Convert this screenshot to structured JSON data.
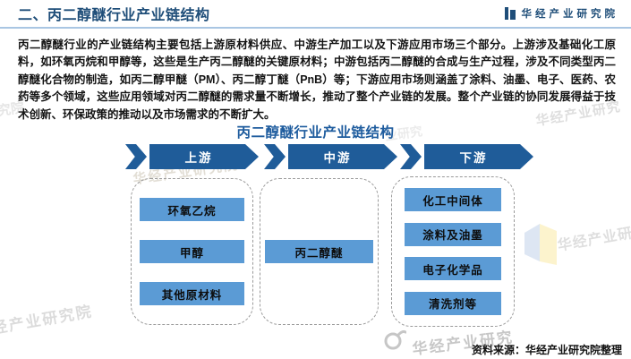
{
  "header": {
    "title": "二、丙二醇醚行业产业链结构",
    "logo_text": "华经产业研究院"
  },
  "intro": {
    "text": "丙二醇醚行业的产业链结构主要包括上游原材料供应、中游生产加工以及下游应用市场三个部分。上游涉及基础化工原料，如环氧丙烷和甲醇等，这些是生产丙二醇醚的关键原材料；中游包括丙二醇醚的合成与生产过程，涉及不同类型丙二醇醚化合物的制造，如丙二醇甲醚（PM）、丙二醇丁醚（PnB）等；下游应用市场则涵盖了涂料、油墨、电子、医药、农药等多个领域，这些应用领域对丙二醇醚的需求量不断增长，推动了整个产业链的发展。整个产业链的协同发展得益于技术创新、环保政策的推动以及市场需求的不断扩大。"
  },
  "diagram": {
    "title": "丙二醇醚行业产业链结构",
    "stages": [
      {
        "label": "上游",
        "items": [
          "环氧乙烷",
          "甲醇",
          "其他原材料"
        ]
      },
      {
        "label": "中游",
        "items": [
          "丙二醇醚"
        ]
      },
      {
        "label": "下游",
        "items": [
          "化工中间体",
          "涂料及油墨",
          "电子化学品",
          "清洗剂等"
        ]
      }
    ]
  },
  "footer": {
    "source": "资料来源：华经产业研究院整理"
  },
  "watermarks": {
    "full": "华经产业研究院",
    "partial_left": "经产业研究院",
    "partial_right": "华经产业研究",
    "partial_title": "业研究",
    "partial_edge": "研究院"
  },
  "colors": {
    "header_blue": "#1f4e79",
    "diagram_title_blue": "#1e5c9e",
    "arrow_blue": "#1f5c99",
    "node_blue": "#5b9bd5",
    "underline_blue": "#a9c6e3"
  }
}
